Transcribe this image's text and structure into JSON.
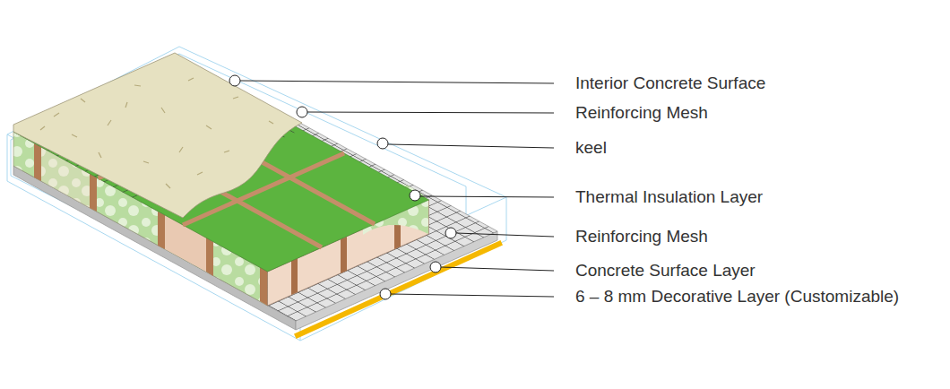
{
  "diagram": {
    "labels": [
      "Interior Concrete Surface",
      "Reinforcing Mesh",
      "keel",
      "Thermal Insulation Layer",
      "Reinforcing Mesh",
      "Concrete Surface Layer",
      "6 – 8 mm Decorative Layer (Customizable)"
    ]
  }
}
